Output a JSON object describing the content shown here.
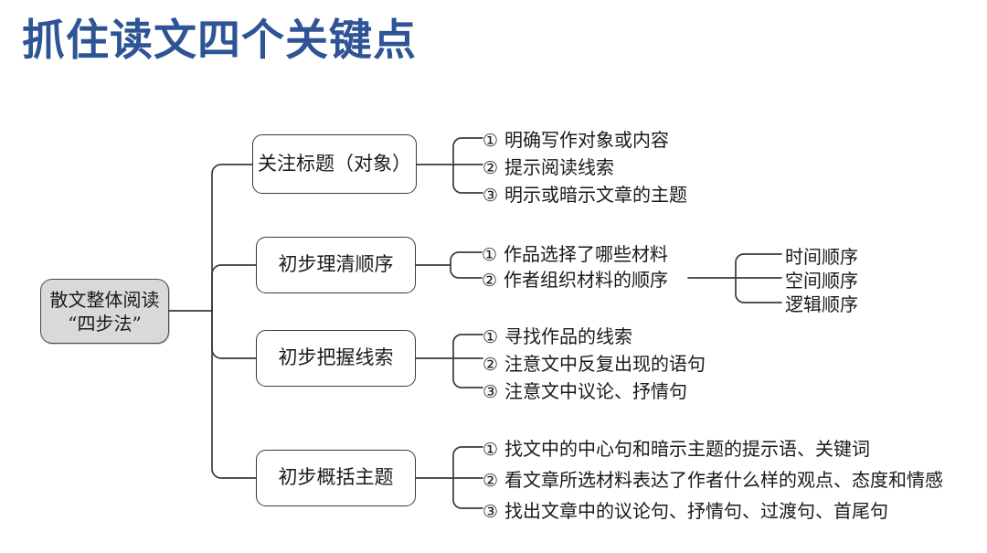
{
  "page": {
    "title": "抓住读文四个关键点",
    "title_color": "#2f5496",
    "background": "#ffffff",
    "root_fill": "#d9d9d9",
    "line_color": "#3a3a3a"
  },
  "root": {
    "line1": "散文整体阅读",
    "line2": "“四步法”"
  },
  "branches": [
    {
      "label": "关注标题（对象）",
      "items": [
        {
          "marker": "①",
          "text": "明确写作对象或内容"
        },
        {
          "marker": "②",
          "text": "提示阅读线索"
        },
        {
          "marker": "③",
          "text": "明示或暗示文章的主题"
        }
      ]
    },
    {
      "label": "初步理清顺序",
      "items": [
        {
          "marker": "①",
          "text": "作品选择了哪些材料"
        },
        {
          "marker": "②",
          "text": "作者组织材料的顺序"
        }
      ],
      "sub_branch": {
        "from_item": 1,
        "items": [
          "时间顺序",
          "空间顺序",
          "逻辑顺序"
        ]
      }
    },
    {
      "label": "初步把握线索",
      "items": [
        {
          "marker": "①",
          "text": "寻找作品的线索"
        },
        {
          "marker": "②",
          "text": "注意文中反复出现的语句"
        },
        {
          "marker": "③",
          "text": "注意文中议论、抒情句"
        }
      ]
    },
    {
      "label": "初步概括主题",
      "items": [
        {
          "marker": "①",
          "text": "找文中的中心句和暗示主题的提示语、关键词"
        },
        {
          "marker": "②",
          "text": "看文章所选材料表达了作者什么样的观点、态度和情感"
        },
        {
          "marker": "③",
          "text": "找出文章中的议论句、抒情句、过渡句、首尾句"
        }
      ]
    }
  ]
}
